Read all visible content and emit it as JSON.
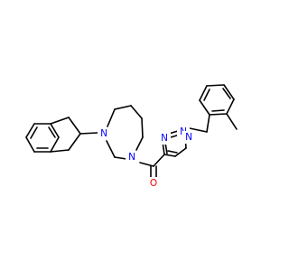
{
  "colors": {
    "bond": "#000000",
    "nitrogen": "#0000ff",
    "oxygen": "#ff0000",
    "background": "#ffffff"
  },
  "atoms": {
    "diazepane_n1": "N",
    "diazepane_n4": "N",
    "triazole_n1": "N",
    "triazole_n2": "N",
    "triazole_n3": "N",
    "carbonyl_o": "O"
  }
}
